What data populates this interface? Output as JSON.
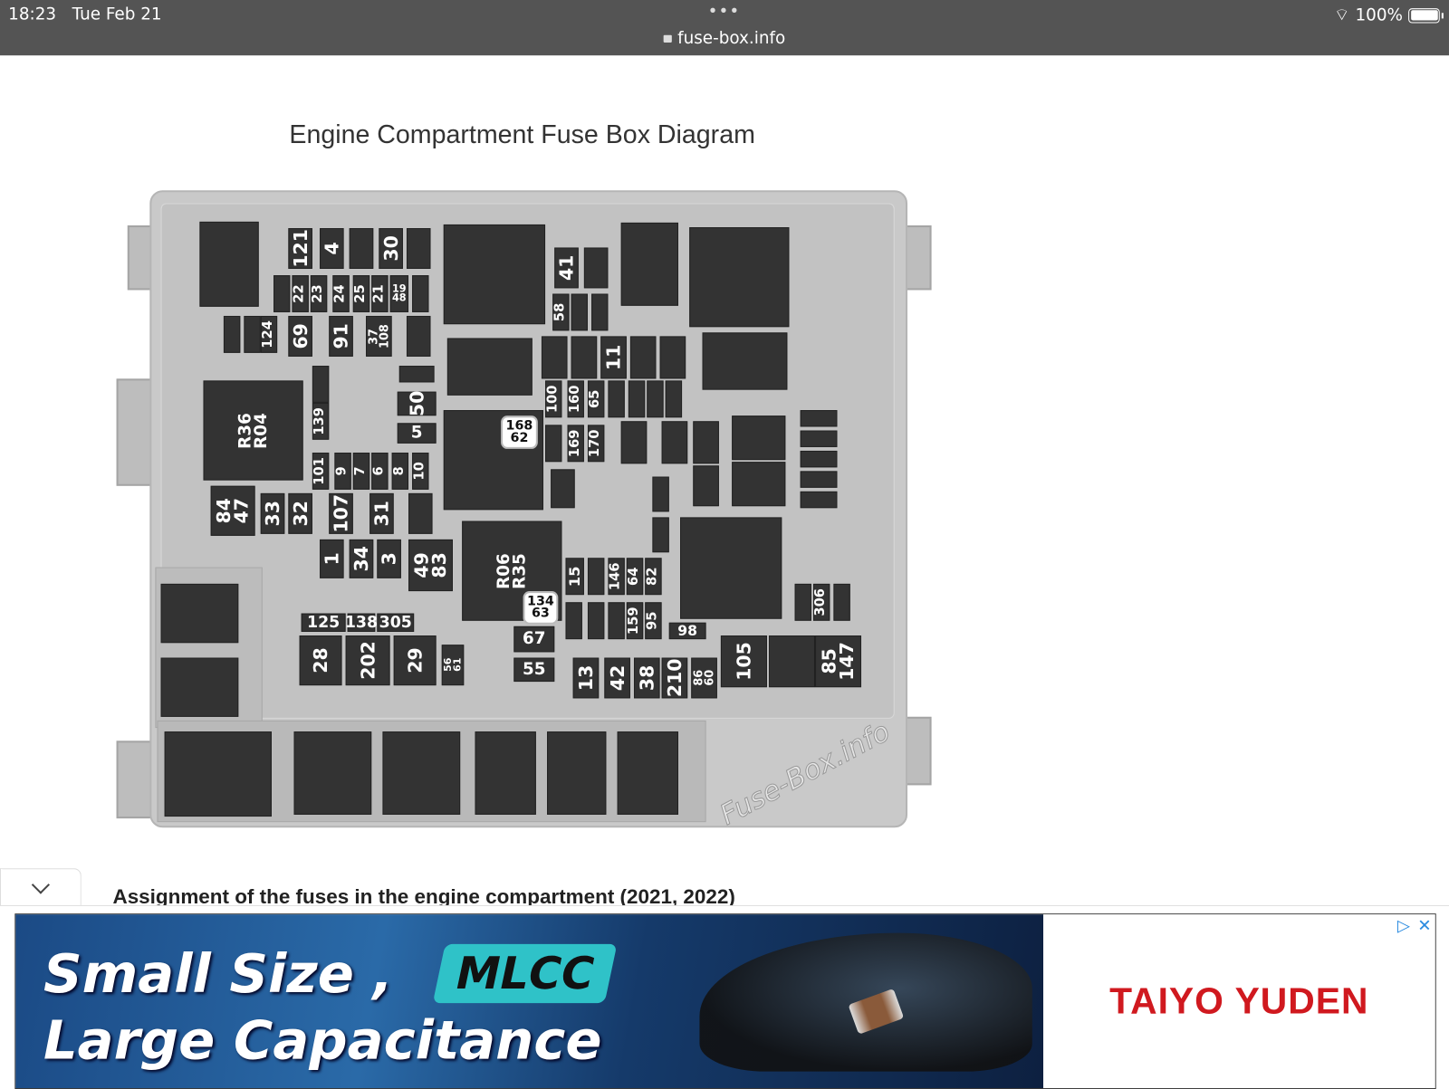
{
  "status_bar": {
    "time": "18:23",
    "date": "Tue Feb 21",
    "battery": "100%",
    "battery_level": 1.0,
    "url": "fuse-box.info"
  },
  "page": {
    "title": "Engine Compartment Fuse Box Diagram",
    "section_heading": "Assignment of the fuses in the engine compartment (2021, 2022)",
    "watermark": "Fuse-Box.info"
  },
  "diagram": {
    "fuse_labels": [
      "121",
      "4",
      "30",
      "22",
      "23",
      "24",
      "25",
      "21",
      "19\n48",
      "124",
      "69",
      "91",
      "37\n108",
      "R36\nR04",
      "139",
      "50",
      "5",
      "101",
      "9",
      "7",
      "6",
      "8",
      "10",
      "84\n47",
      "33",
      "32",
      "107",
      "31",
      "1",
      "34",
      "3",
      "49\n83",
      "R06\nR35",
      "125",
      "138",
      "305",
      "28",
      "202",
      "29",
      "56\n61",
      "67",
      "55",
      "41",
      "58",
      "11",
      "100",
      "160",
      "65",
      "169",
      "170",
      "15",
      "146",
      "64",
      "82",
      "159",
      "95",
      "98",
      "13",
      "42",
      "38",
      "210",
      "86\n60",
      "105",
      "85\n147",
      "306",
      "168\n62",
      "134\n63"
    ]
  },
  "ad": {
    "line1": "Small Size ,",
    "line2": "Large Capacitance",
    "badge": "MLCC",
    "brand": "TAIYO YUDEN",
    "adchoices_icon": "▷",
    "close_icon": "✕"
  }
}
